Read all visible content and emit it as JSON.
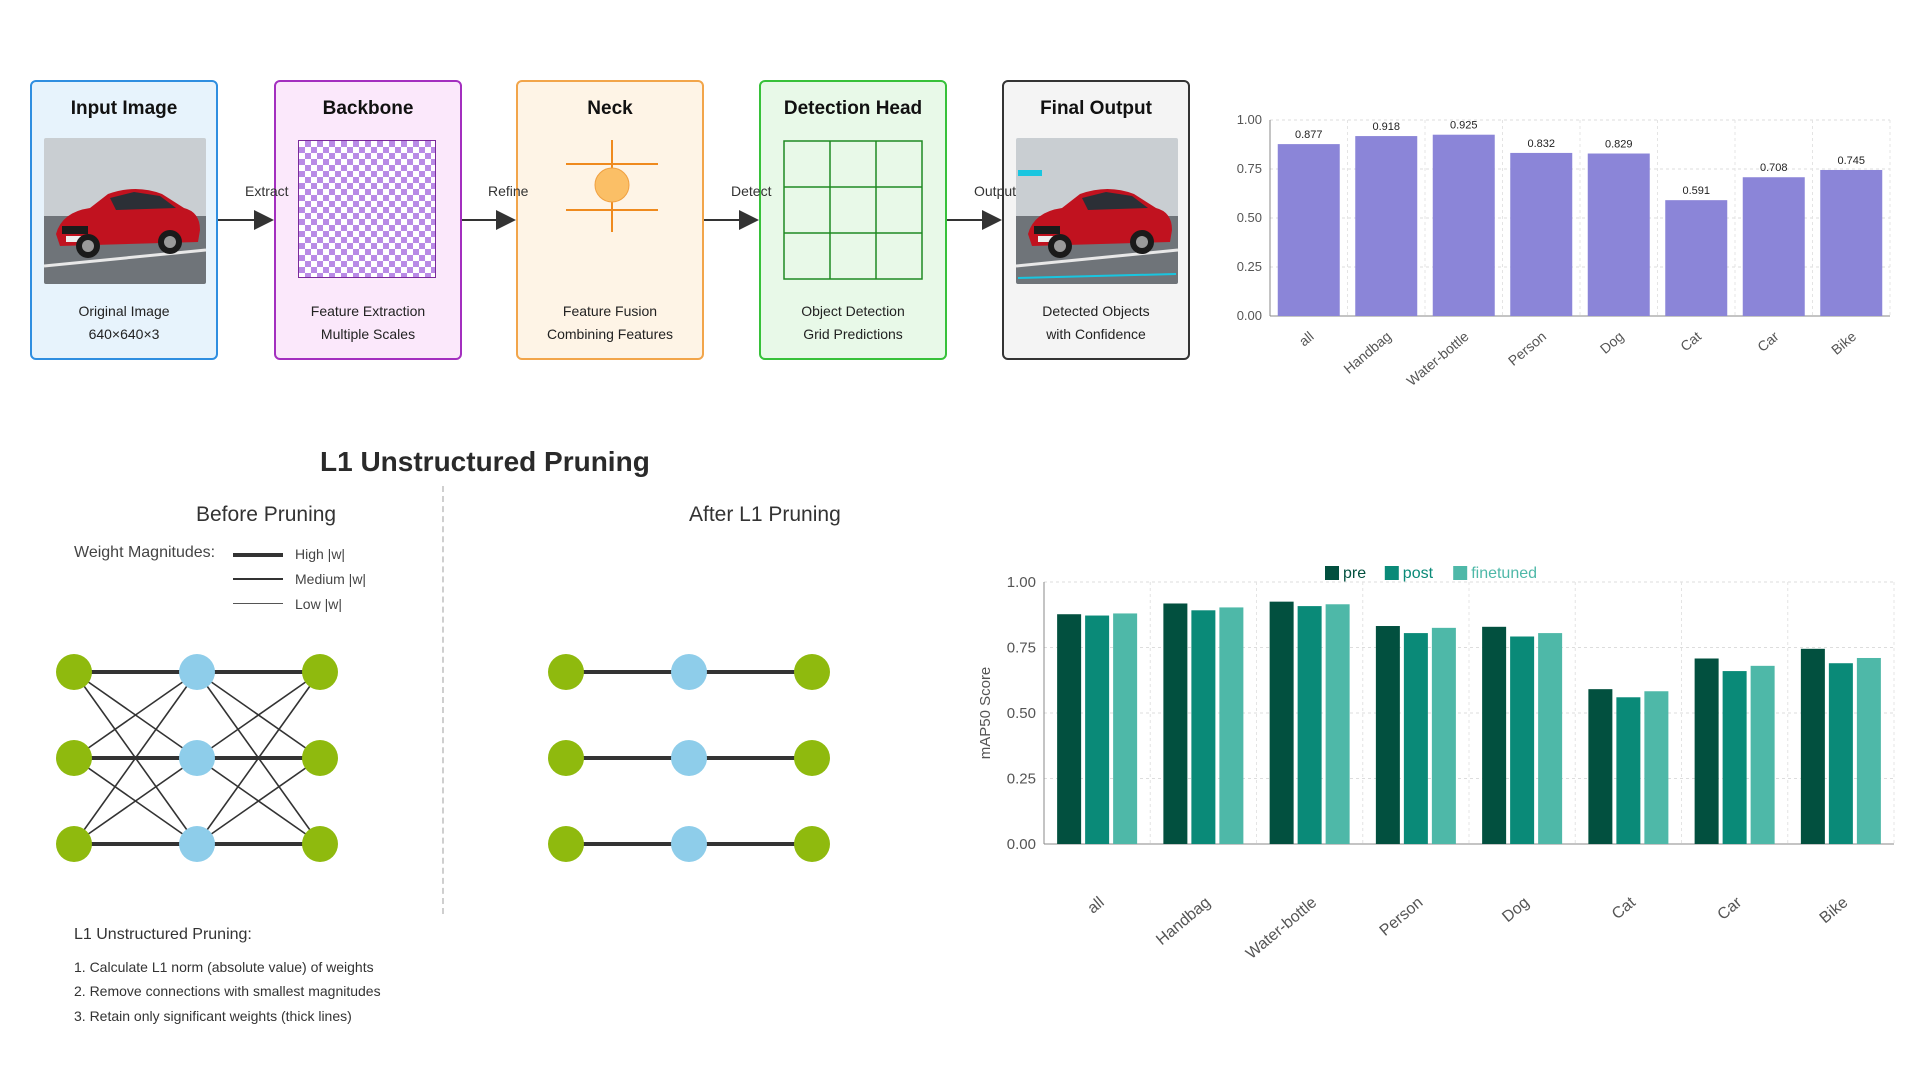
{
  "pipeline": {
    "stages": [
      {
        "title": "Input Image",
        "desc1": "Original Image",
        "desc2": "640×640×3"
      },
      {
        "title": "Backbone",
        "desc1": "Feature Extraction",
        "desc2": "Multiple Scales"
      },
      {
        "title": "Neck",
        "desc1": "Feature Fusion",
        "desc2": "Combining Features"
      },
      {
        "title": "Detection Head",
        "desc1": "Object Detection",
        "desc2": "Grid Predictions"
      },
      {
        "title": "Final Output",
        "desc1": "Detected Objects",
        "desc2": "with Confidence"
      }
    ],
    "arrows": [
      "Extract",
      "Refine",
      "Detect",
      "Output"
    ],
    "colors": {
      "input": "#2f8ee0",
      "input_bg": "#e7f3fc",
      "backbone": "#a32fbf",
      "backbone_bg": "#fbe8fb",
      "neck": "#f2a54a",
      "neck_bg": "#fef4e6",
      "head": "#37c13a",
      "head_bg": "#e8f9e8",
      "output": "#333333",
      "output_bg": "#f4f4f4"
    }
  },
  "pruning": {
    "title": "L1 Unstructured Pruning",
    "before_title": "Before Pruning",
    "after_title": "After L1 Pruning",
    "legend_label": "Weight Magnitudes:",
    "legend_items": [
      "High |w|",
      "Medium |w|",
      "Low |w|"
    ],
    "notes_title": "L1 Unstructured Pruning:",
    "notes": [
      "1. Calculate L1 norm (absolute value) of weights",
      "2. Remove connections with smallest magnitudes",
      "3. Retain only significant weights (thick lines)"
    ],
    "colors": {
      "outer_node": "#8fba0e",
      "hidden_node": "#8ecdea",
      "edge": "#333333"
    }
  },
  "chart_data": [
    {
      "type": "bar",
      "categories": [
        "all",
        "Handbag",
        "Water-bottle",
        "Person",
        "Dog",
        "Cat",
        "Car",
        "Bike"
      ],
      "values": [
        0.877,
        0.918,
        0.925,
        0.832,
        0.829,
        0.591,
        0.708,
        0.745
      ],
      "data_labels": [
        "0.877",
        "0.918",
        "0.925",
        "0.832",
        "0.829",
        "0.591",
        "0.708",
        "0.745"
      ],
      "yticks": [
        "0.00",
        "0.25",
        "0.50",
        "0.75",
        "1.00"
      ],
      "ylim": [
        0,
        1
      ],
      "grid": true,
      "color": "#8b85d8"
    },
    {
      "type": "bar",
      "categories": [
        "all",
        "Handbag",
        "Water-bottle",
        "Person",
        "Dog",
        "Cat",
        "Car",
        "Bike"
      ],
      "series": [
        {
          "name": "pre",
          "values": [
            0.877,
            0.918,
            0.925,
            0.832,
            0.829,
            0.591,
            0.708,
            0.745
          ],
          "color": "#02503f"
        },
        {
          "name": "post",
          "values": [
            0.872,
            0.892,
            0.908,
            0.805,
            0.792,
            0.56,
            0.66,
            0.69
          ],
          "color": "#0a8a78"
        },
        {
          "name": "finetuned",
          "values": [
            0.88,
            0.903,
            0.915,
            0.825,
            0.805,
            0.583,
            0.68,
            0.71
          ],
          "color": "#4eb8a8"
        }
      ],
      "ylabel": "mAP50 Score",
      "yticks": [
        "0.00",
        "0.25",
        "0.50",
        "0.75",
        "1.00"
      ],
      "ylim": [
        0,
        1
      ],
      "grid": true,
      "legend_position": "top"
    }
  ]
}
